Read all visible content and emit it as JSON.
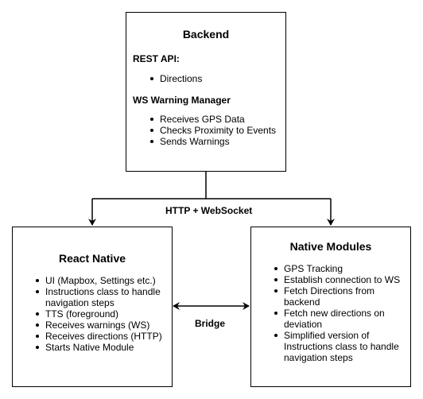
{
  "backend": {
    "title": "Backend",
    "rest_heading": "REST API:",
    "rest_items": [
      "Directions"
    ],
    "ws_heading": "WS Warning Manager",
    "ws_items": [
      "Receives GPS Data",
      "Checks Proximity to Events",
      "Sends Warnings"
    ]
  },
  "react_native": {
    "title": "React Native",
    "items": [
      "UI (Mapbox, Settings etc.)",
      "Instructions class to handle navigation steps",
      "TTS (foreground)",
      "Receives warnings (WS)",
      "Receives directions (HTTP)",
      "Starts Native Module"
    ]
  },
  "native_modules": {
    "title": "Native Modules",
    "items": [
      "GPS Tracking",
      "Establish connection to WS",
      "Fetch Directions from backend",
      "Fetch new directions on deviation",
      "Simplified version of Instructions class to handle navigation steps"
    ]
  },
  "edges": {
    "http_ws": "HTTP + WebSocket",
    "bridge": "Bridge"
  }
}
